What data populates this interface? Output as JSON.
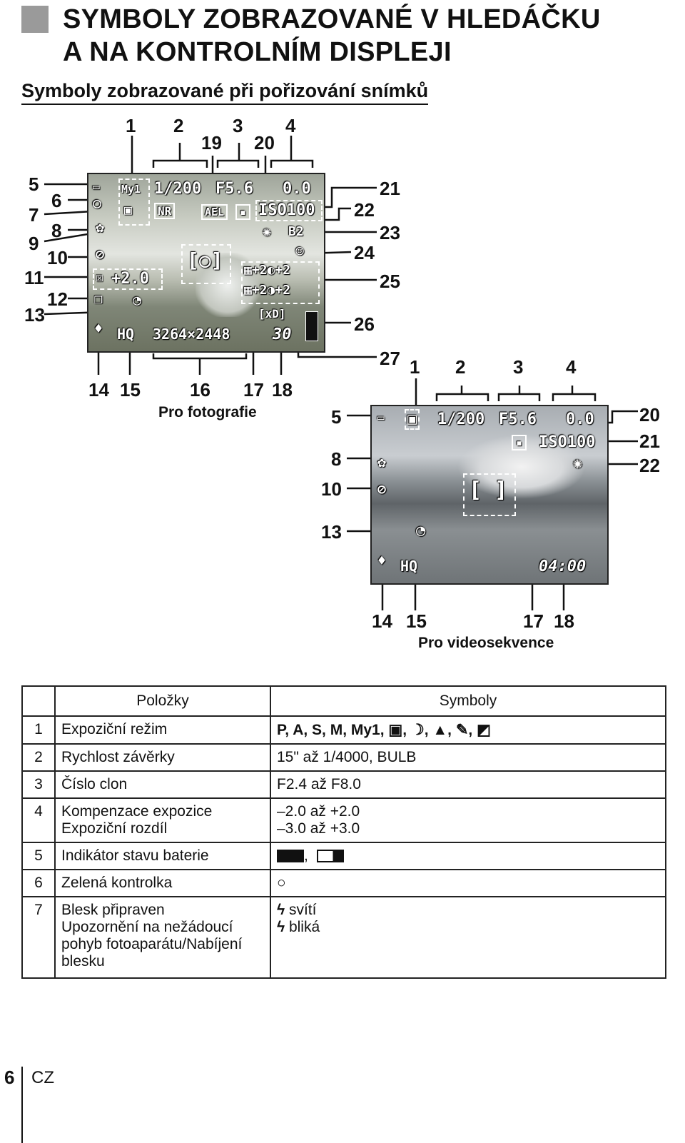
{
  "heading": {
    "title_line1": "SYMBOLY ZOBRAZOVANÉ V HLEDÁČKU",
    "title_line2": "A NA KONTROLNÍM DISPLEJI",
    "subtitle": "Symboly zobrazované při pořizování snímků"
  },
  "photo_panel": {
    "caption": "Pro fotografie",
    "lcd": {
      "shutter": "1/200",
      "aperture": "F5.6",
      "exposure": "0.0",
      "iso": "ISO100",
      "wb": "B2",
      "flash_comp": "+2.0",
      "sharp1": "+2",
      "sharp2": "+2",
      "contrast1": "+2",
      "contrast2": "+2",
      "quality": "HQ",
      "resolution": "3264×2448",
      "remaining": "30",
      "card": "[xD]",
      "nr": "NR",
      "ael": "AEL",
      "mode": "My1"
    },
    "callouts": [
      "1",
      "2",
      "19",
      "3",
      "20",
      "4",
      "5",
      "6",
      "7",
      "8",
      "9",
      "10",
      "11",
      "12",
      "13",
      "21",
      "22",
      "23",
      "24",
      "25",
      "26",
      "27",
      "14",
      "15",
      "16",
      "17",
      "18"
    ]
  },
  "video_panel": {
    "caption": "Pro videosekvence",
    "lcd": {
      "shutter": "1/200",
      "aperture": "F5.6",
      "exposure": "0.0",
      "iso": "ISO100",
      "quality": "HQ",
      "time": "04:00"
    },
    "callouts": [
      "1",
      "2",
      "3",
      "4",
      "5",
      "8",
      "10",
      "13",
      "20",
      "21",
      "22",
      "14",
      "15",
      "17",
      "18"
    ]
  },
  "table": {
    "header_items": "Položky",
    "header_symbols": "Symboly",
    "rows": [
      {
        "n": "1",
        "item": "Expoziční režim",
        "symbols": "P, A, S, M, My1, ▣, ☽, ▲, ✎, ◩"
      },
      {
        "n": "2",
        "item": "Rychlost závěrky",
        "symbols": "15\" až 1/4000, BULB"
      },
      {
        "n": "3",
        "item": "Číslo clon",
        "symbols": "F2.4 až F8.0"
      },
      {
        "n": "4",
        "item": "Kompenzace expozice",
        "item2": "Expoziční rozdíl",
        "symbols": "–2.0 až +2.0",
        "symbols2": "–3.0 až +3.0"
      },
      {
        "n": "5",
        "item": "Indikátor stavu baterie",
        "symbols": ","
      },
      {
        "n": "6",
        "item": "Zelená kontrolka",
        "symbols": "○"
      },
      {
        "n": "7",
        "item": "Blesk připraven",
        "item2": "Upozornění na nežádoucí pohyb fotoaparátu/Nabíjení blesku",
        "symbols": "svítí",
        "symbols2": "bliká"
      }
    ]
  },
  "footer": {
    "page": "6",
    "lang": "CZ"
  }
}
